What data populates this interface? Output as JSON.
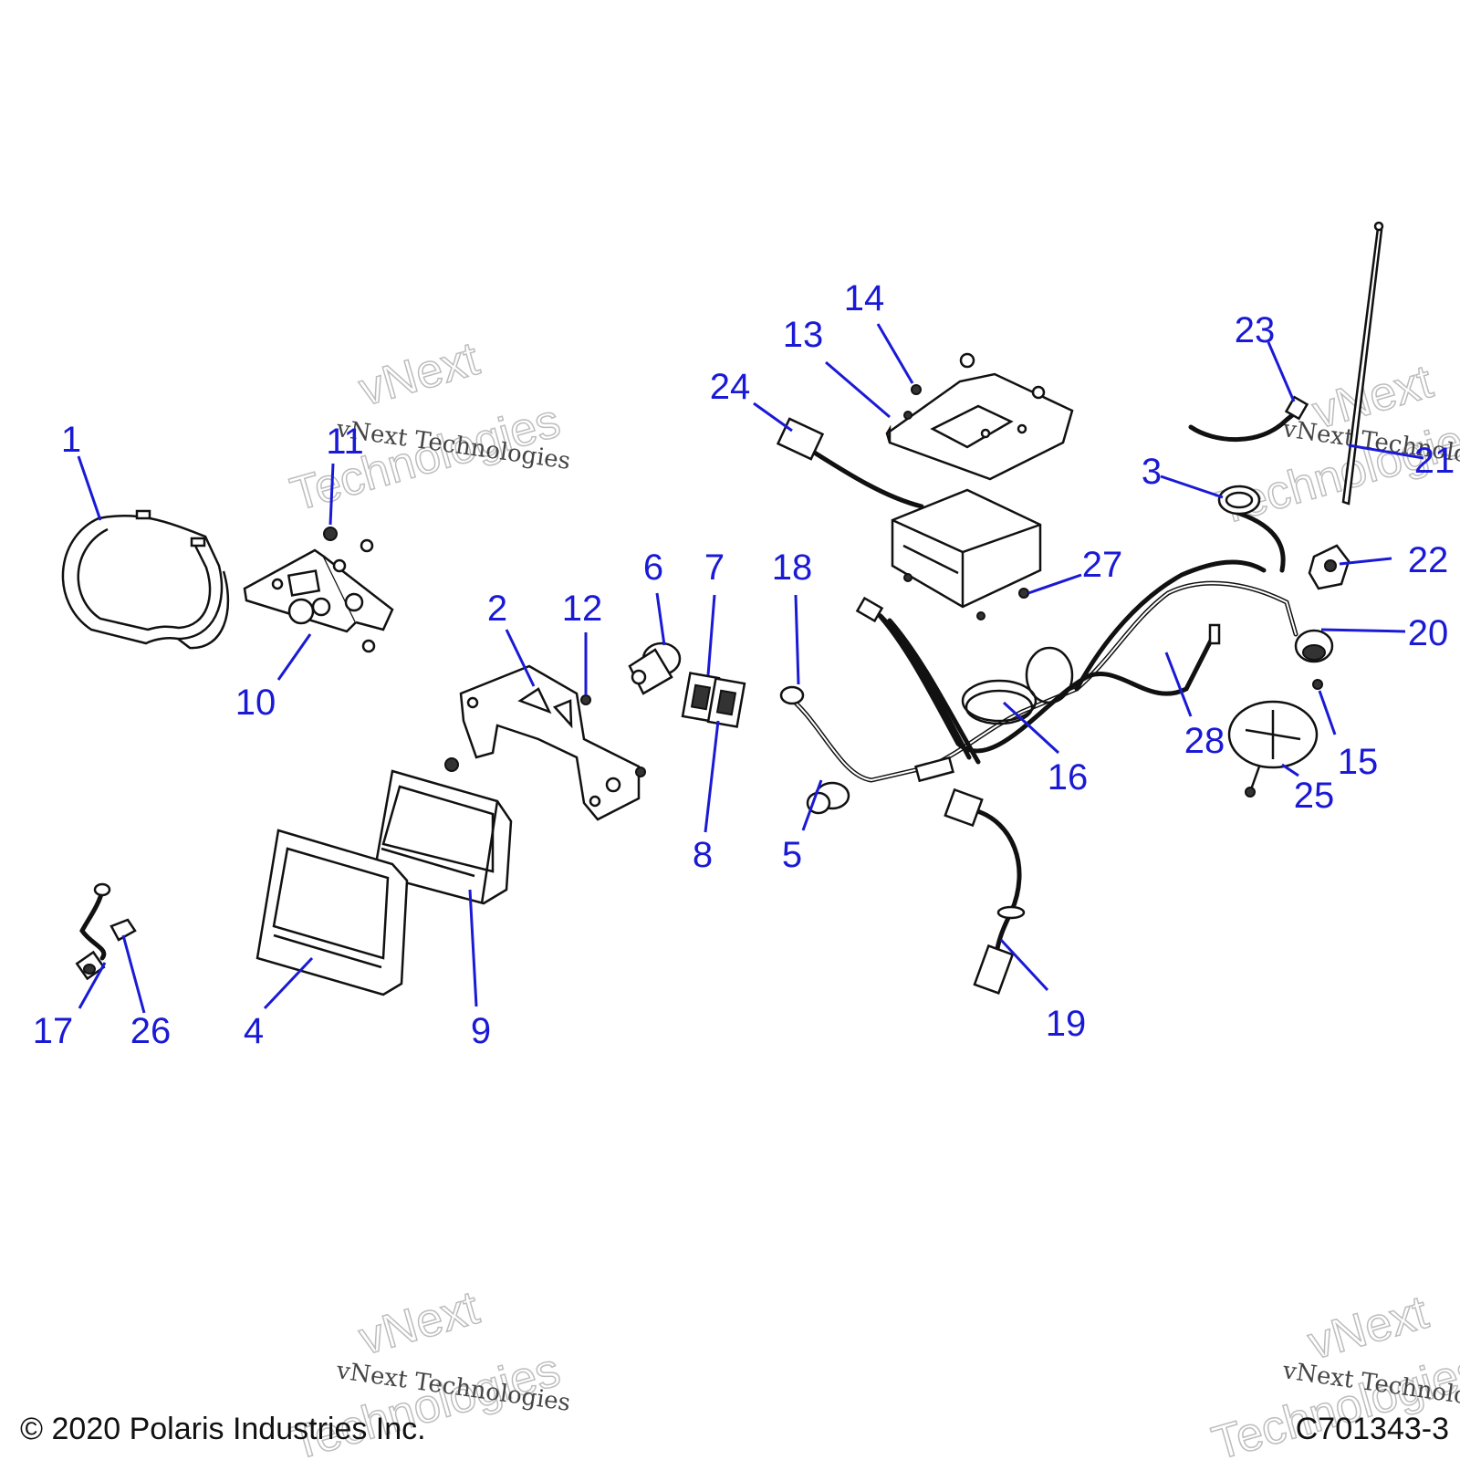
{
  "callouts": [
    {
      "id": "1",
      "label": "1"
    },
    {
      "id": "2",
      "label": "2"
    },
    {
      "id": "3",
      "label": "3"
    },
    {
      "id": "4",
      "label": "4"
    },
    {
      "id": "5",
      "label": "5"
    },
    {
      "id": "6",
      "label": "6"
    },
    {
      "id": "7",
      "label": "7"
    },
    {
      "id": "8",
      "label": "8"
    },
    {
      "id": "9",
      "label": "9"
    },
    {
      "id": "10",
      "label": "10"
    },
    {
      "id": "11",
      "label": "11"
    },
    {
      "id": "12",
      "label": "12"
    },
    {
      "id": "13",
      "label": "13"
    },
    {
      "id": "14",
      "label": "14"
    },
    {
      "id": "15",
      "label": "15"
    },
    {
      "id": "16",
      "label": "16"
    },
    {
      "id": "17",
      "label": "17"
    },
    {
      "id": "18",
      "label": "18"
    },
    {
      "id": "19",
      "label": "19"
    },
    {
      "id": "20",
      "label": "20"
    },
    {
      "id": "21",
      "label": "21"
    },
    {
      "id": "22",
      "label": "22"
    },
    {
      "id": "23",
      "label": "23"
    },
    {
      "id": "24",
      "label": "24"
    },
    {
      "id": "25",
      "label": "25"
    },
    {
      "id": "26",
      "label": "26"
    },
    {
      "id": "27",
      "label": "27"
    },
    {
      "id": "28",
      "label": "28"
    }
  ],
  "watermark": {
    "script": "vNext Technologies",
    "outline_line1": "vNext",
    "outline_line2": "Technologies"
  },
  "footer": {
    "copyright": "© 2020 Polaris Industries Inc.",
    "drawing_number": "C701343-3"
  },
  "colors": {
    "callout": "#1a1ad6",
    "linework": "#111111",
    "background": "#ffffff"
  }
}
